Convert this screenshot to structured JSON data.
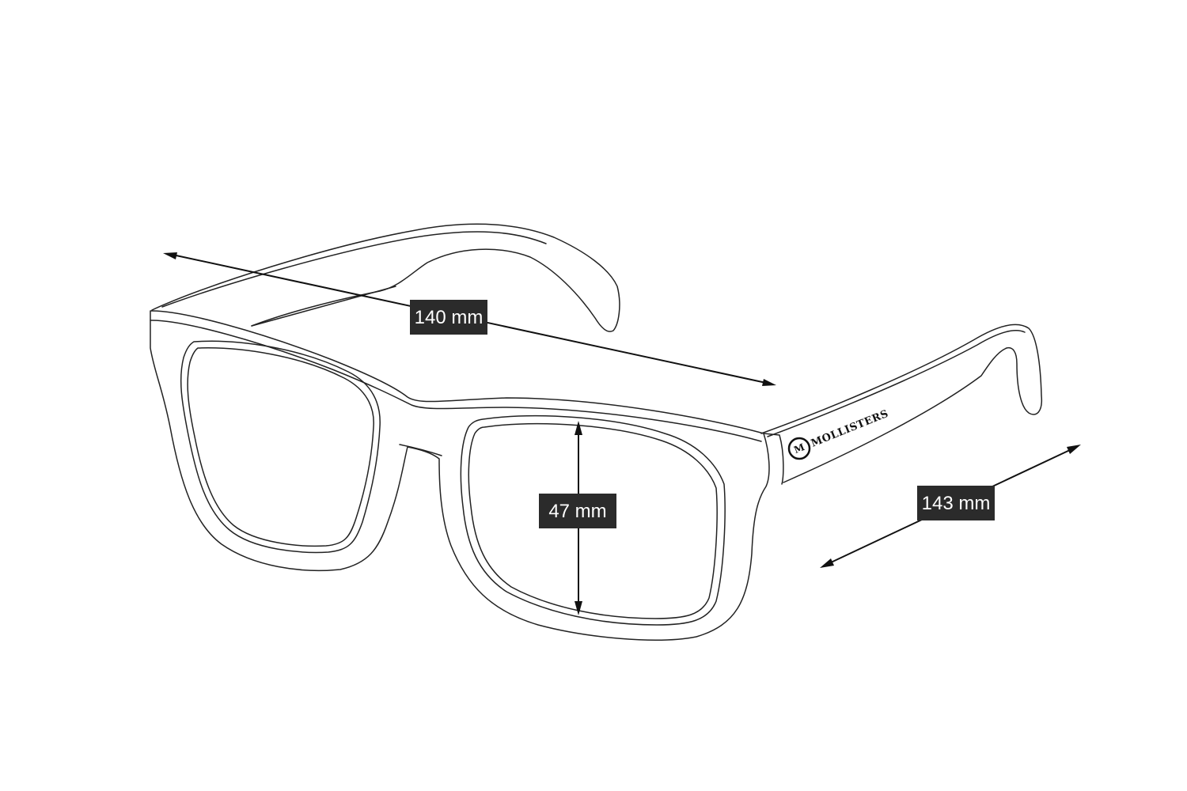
{
  "dimensions": {
    "frame_width": {
      "value": 140,
      "unit": "mm",
      "label": "140 mm"
    },
    "lens_height": {
      "value": 47,
      "unit": "mm",
      "label": "47 mm"
    },
    "temple_length": {
      "value": 143,
      "unit": "mm",
      "label": "143 mm"
    }
  },
  "brand": {
    "name": "MOLLISTERS",
    "logo_letter": "M"
  },
  "colors": {
    "outline": "#222222",
    "label_background": "#2b2b2b",
    "label_text": "#ffffff",
    "background": "#ffffff"
  }
}
